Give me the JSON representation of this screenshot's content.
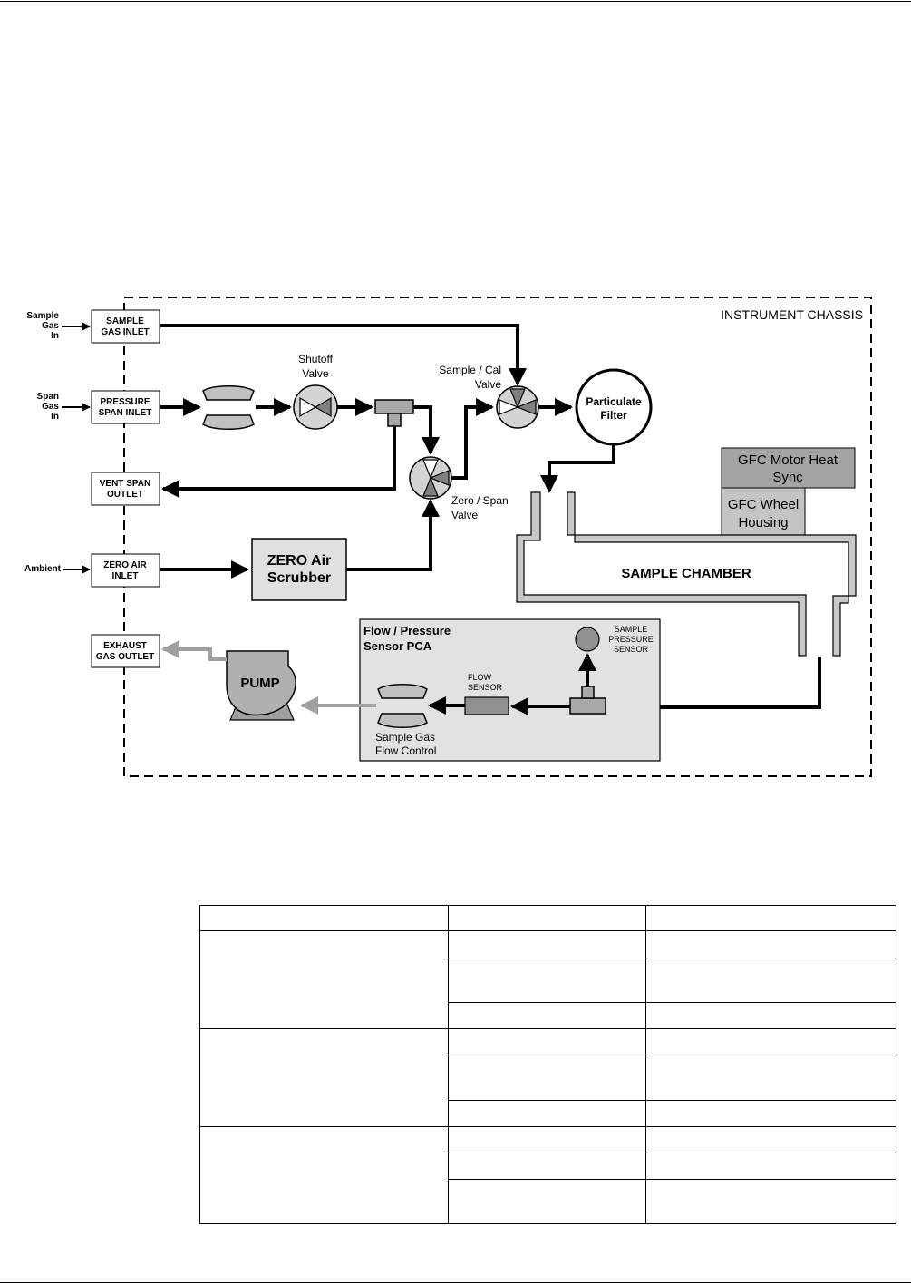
{
  "diagram": {
    "chassis_label": "INSTRUMENT CHASSIS",
    "external_labels": {
      "sample_gas_in": [
        "Sample",
        "Gas",
        "In"
      ],
      "span_gas_in": [
        "Span",
        "Gas",
        "In"
      ],
      "ambient": "Ambient"
    },
    "ports": {
      "sample_gas_inlet": [
        "SAMPLE",
        "GAS INLET"
      ],
      "pressure_span_inlet": [
        "PRESSURE",
        "SPAN INLET"
      ],
      "vent_span_outlet": [
        "VENT SPAN",
        "OUTLET"
      ],
      "zero_air_inlet": [
        "ZERO AIR",
        "INLET"
      ],
      "exhaust_gas_outlet": [
        "EXHAUST",
        "GAS OUTLET"
      ]
    },
    "shutoff_valve": [
      "Shutoff",
      "Valve"
    ],
    "sample_cal_valve": [
      "Sample / Cal",
      "Valve"
    ],
    "zero_span_valve": [
      "Zero / Span",
      "Valve"
    ],
    "particulate_filter": [
      "Particulate",
      "Filter"
    ],
    "zero_air_scrubber": [
      "ZERO Air",
      "Scrubber"
    ],
    "gfc_motor_heat_sync": [
      "GFC Motor Heat",
      "Sync"
    ],
    "gfc_wheel_housing": [
      "GFC Wheel",
      "Housing"
    ],
    "sample_chamber": "SAMPLE CHAMBER",
    "flow_pressure_pca": [
      "Flow / Pressure",
      "Sensor PCA"
    ],
    "sample_pressure_sensor": [
      "SAMPLE",
      "PRESSURE",
      "SENSOR"
    ],
    "flow_sensor": [
      "FLOW",
      "SENSOR"
    ],
    "sample_gas_flow_control": [
      "Sample Gas",
      "Flow Control"
    ],
    "pump": "PUMP"
  },
  "table": {
    "rows": [
      [
        "",
        "",
        ""
      ],
      [
        "",
        "",
        ""
      ],
      [
        "",
        "",
        ""
      ],
      [
        "",
        "",
        ""
      ],
      [
        "",
        "",
        ""
      ],
      [
        "",
        "",
        ""
      ],
      [
        "",
        "",
        ""
      ],
      [
        "",
        "",
        ""
      ],
      [
        "",
        "",
        ""
      ],
      [
        "",
        "",
        ""
      ]
    ]
  }
}
